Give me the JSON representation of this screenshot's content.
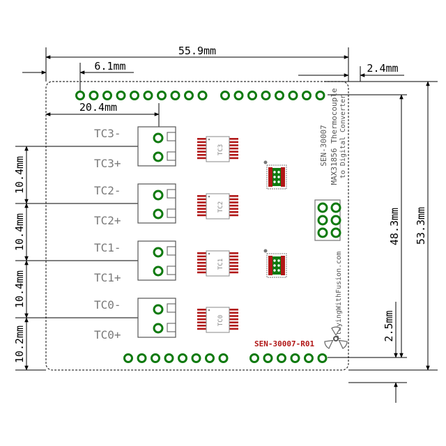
{
  "dimensions": {
    "width_total": "55.9mm",
    "offset_left_pin": "6.1mm",
    "offset_right": "2.4mm",
    "offset_connector": "20.4mm",
    "pitch_3_2": "10.4mm",
    "pitch_2_1": "10.4mm",
    "pitch_1_0": "10.4mm",
    "bottom_tc0": "10.2mm",
    "height_mount": "48.3mm",
    "height_total": "53.3mm",
    "bottom_pins": "2.5mm"
  },
  "terminals": [
    {
      "neg": "TC3-",
      "pos": "TC3+"
    },
    {
      "neg": "TC2-",
      "pos": "TC2+"
    },
    {
      "neg": "TC1-",
      "pos": "TC1+"
    },
    {
      "neg": "TC0-",
      "pos": "TC0+"
    }
  ],
  "chips": [
    "TC3",
    "TC2",
    "TC1",
    "TC0"
  ],
  "silkscreen": {
    "part_number": "SEN-30007",
    "desc_line1": "MAX31856 Thermocouple",
    "desc_line2": "to Digital Converter",
    "website": "PlayingWithFusion.com",
    "board_rev": "SEN-30007-R01"
  },
  "colors": {
    "pad": "#0f7a0f",
    "smd_pad": "#b11717",
    "outline": "#333333",
    "silk": "#777777"
  }
}
